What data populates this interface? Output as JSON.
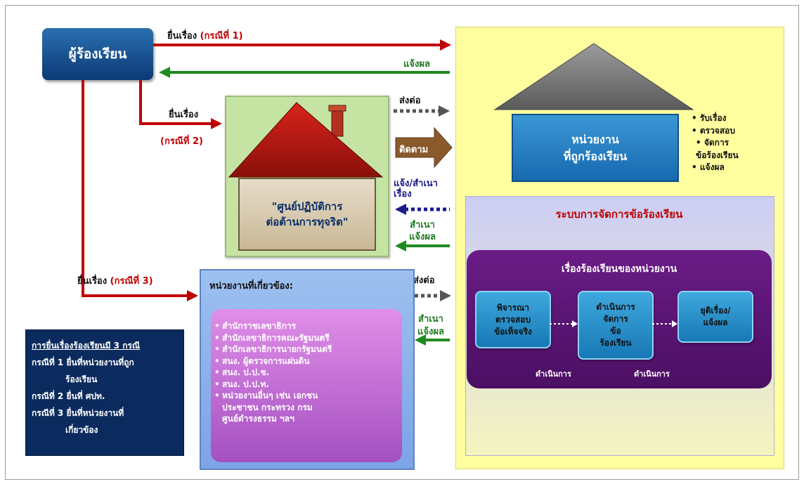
{
  "complainant": "ผู้ร้องเรียน",
  "case1": {
    "prefix": "ยื่นเรื่อง",
    "label": "(กรณีที่ 1)"
  },
  "notify_back": "แจ้งผล",
  "case2": {
    "prefix": "ยื่นเรื่อง",
    "label": "(กรณีที่ 2)"
  },
  "case3": {
    "prefix": "ยื่นเรื่อง",
    "label": "(กรณีที่ 3)"
  },
  "forward1": "ส่งต่อ",
  "follow": "ติดตาม",
  "notify_copy": "แจ้ง/สำเนา\nเรื่อง",
  "copy_notify1": "สำเนา\nแจ้งผล",
  "forward2": "ส่งต่อ",
  "copy_notify2": "สำเนา\nแจ้งผล",
  "center": "\"ศูนย์ปฏิบัติการ\nต่อต้านการทุจริต\"",
  "agency": "หน่วยงาน\nที่ถูกร้องเรียน",
  "agency_tasks": [
    "• รับเรื่อง",
    "• ตรวจสอบ",
    "• จัดการ",
    "ข้อร้องเรียน",
    "• แจ้งผล"
  ],
  "system_title": "ระบบการจัดการข้อร้องเรียน",
  "agency_complaints_title": "เรื่องร้องเรียนของหน่วยงาน",
  "steps": [
    "พิจารณา\nตรวจสอบ\nข้อเท็จจริง",
    "ดำเนินการ\nจัดการ\nข้อ\nร้องเรียน",
    "ยุติเรื่อง/\nแจ้งผล"
  ],
  "process_label_1": "ดำเนินการ",
  "process_label_2": "ดำเนินการ",
  "related_title": "หน่วยงานที่เกี่ยวข้อง:",
  "related_list": [
    "สำนักราชเลขาธิการ",
    "สำนักเลขาธิการคณะรัฐมนตรี",
    "สำนักเลขาธิการนายกรัฐมนตรี",
    "สนง. ผู้ตรวจการแผ่นดิน",
    "สนง. ป.ป.ช.",
    "สนง. ป.ป.ท.",
    "หน่วยงานอื่นๆ เช่น เอกชน\nประชาชน กระทรวง กรม\nศูนย์ดำรงธรรม ฯลฯ"
  ],
  "info": {
    "title": "การยื่นเรื่องร้องเรียนมี 3 กรณี",
    "line1": "กรณีที่ 1 ยื่นที่หน่วยงานที่ถูก",
    "line1b": "ร้องเรียน",
    "line2": "กรณีที่ 2 ยื่นที่ ศปท.",
    "line3": "กรณีที่ 3 ยื่นที่หน่วยงานที่",
    "line3b": "เกี่ยวข้อง"
  },
  "colors": {
    "red": "#c00000",
    "green": "#1f7a1f",
    "navy": "#1a1a8c",
    "yellow_panel": "#ffffa0"
  }
}
